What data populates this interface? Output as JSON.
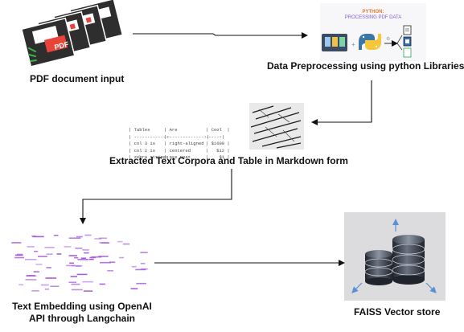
{
  "captions": {
    "pdf_input": "PDF document input",
    "preprocessing": "Data Preprocessing using python Libraries",
    "extracted": "Extracted Text Corpora and Table in Markdown form",
    "embedding_line1": "Text Embedding using OpenAI",
    "embedding_line2": "API through Langchain",
    "faiss": "FAISS Vector store"
  },
  "python_thumbnail": {
    "title": "PYTHON:",
    "subtitle": "PROCESSING PDF DATA"
  },
  "pdf_icon": {
    "label": "PDF"
  },
  "markdown_table": {
    "rows": [
      [
        "| Tables",
        "| Are",
        "| Cool  |"
      ],
      [
        "| -------------",
        "|:-------------:|",
        "-----:|"
      ],
      [
        "| col 3 is",
        "| right-aligned",
        "| $1600 |"
      ],
      [
        "| col 2 is",
        "| centered",
        "|   $12 |"
      ],
      [
        "| zebra stripes",
        "| are neat",
        "|    $1 |"
      ]
    ]
  },
  "colors": {
    "arrow": "#111111",
    "doc_dark": "#2e2e2e",
    "pdf_red": "#e8443a",
    "spark_green": "#3cb44b",
    "embedding_purple": "#a050d8",
    "faiss_bg": "#dcdcde",
    "faiss_arrow": "#5b8fd6"
  }
}
